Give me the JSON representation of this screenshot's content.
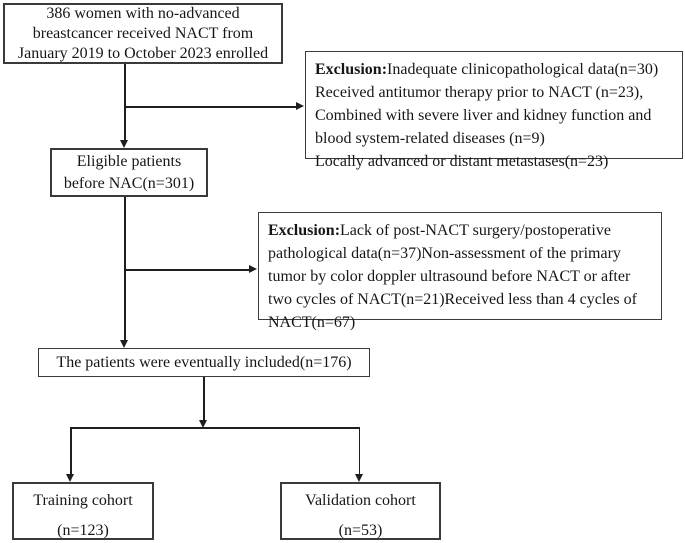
{
  "diagram": {
    "type": "patient-flow-chart",
    "boxes": {
      "enrolled": {
        "text": "386 women with  no-advanced\nbreastcancer received NACT from\nJanuary 2019 to October 2023 enrolled",
        "n": 386
      },
      "exclusion1": {
        "label": "Exclusion:",
        "text": "Inadequate clinicopathological data(n=30)\nReceived antitumor therapy prior to NACT (n=23),\nCombined with severe liver and kidney function and\nblood system-related diseases (n=9)\nLocally advanced or distant metastases(n=23)",
        "counts": [
          30,
          23,
          9,
          23
        ]
      },
      "eligible": {
        "text": "Eligible patients\nbefore NAC(n=301)",
        "n": 301
      },
      "exclusion2": {
        "label": "Exclusion:",
        "text": "Lack of post-NACT surgery/postoperative\npathological data(n=37)Non-assessment of the primary\ntumor by color doppler ultrasound before NACT or after\ntwo cycles of NACT(n=21)Received less than 4 cycles of\nNACT(n=67)",
        "counts": [
          37,
          21,
          67
        ]
      },
      "included": {
        "text": "The patients were eventually included(n=176)",
        "n": 176
      },
      "training": {
        "line1": "Training cohort",
        "line2": "(n=123)",
        "n": 123
      },
      "validation": {
        "line1": "Validation cohort",
        "line2": "(n=53)",
        "n": 53
      }
    },
    "colors": {
      "background": "#ffffff",
      "border": "#3a3a3a",
      "line": "#1e1e1e",
      "text": "#161616"
    }
  }
}
